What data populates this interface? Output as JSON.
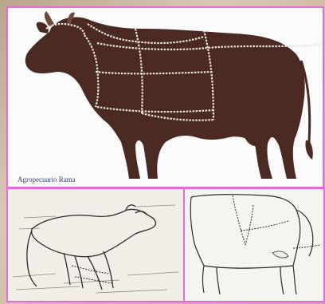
{
  "image": {
    "credit_text": "Agropecuario Rama",
    "colors": {
      "frame_border": "#e46bd8",
      "cow_silhouette": "#4a2a22",
      "rope": "#e9e4da",
      "sketch_ink": "#2d2a26"
    },
    "icons": [
      "cow-silhouette",
      "rope-harness",
      "lying-calf-sketch",
      "standing-cow-sketch"
    ]
  }
}
